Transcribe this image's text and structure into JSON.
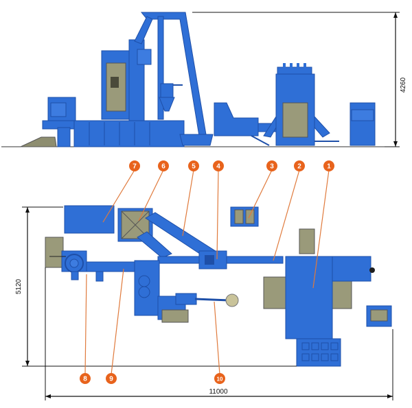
{
  "dimensions": {
    "height": "4260",
    "width": "5120",
    "length": "11000"
  },
  "callouts": [
    {
      "label": "1"
    },
    {
      "label": "2"
    },
    {
      "label": "3"
    },
    {
      "label": "4"
    },
    {
      "label": "5"
    },
    {
      "label": "6"
    },
    {
      "label": "7"
    },
    {
      "label": "8"
    },
    {
      "label": "9"
    },
    {
      "label": "10"
    }
  ],
  "colors": {
    "machine_blue": "#2f6fd6",
    "machine_dark": "#1e4fa8",
    "panel_gray": "#9a9a7a",
    "callout_orange": "#e8631c",
    "leader_orange": "#e07a3c",
    "dimension_line": "#111111"
  }
}
